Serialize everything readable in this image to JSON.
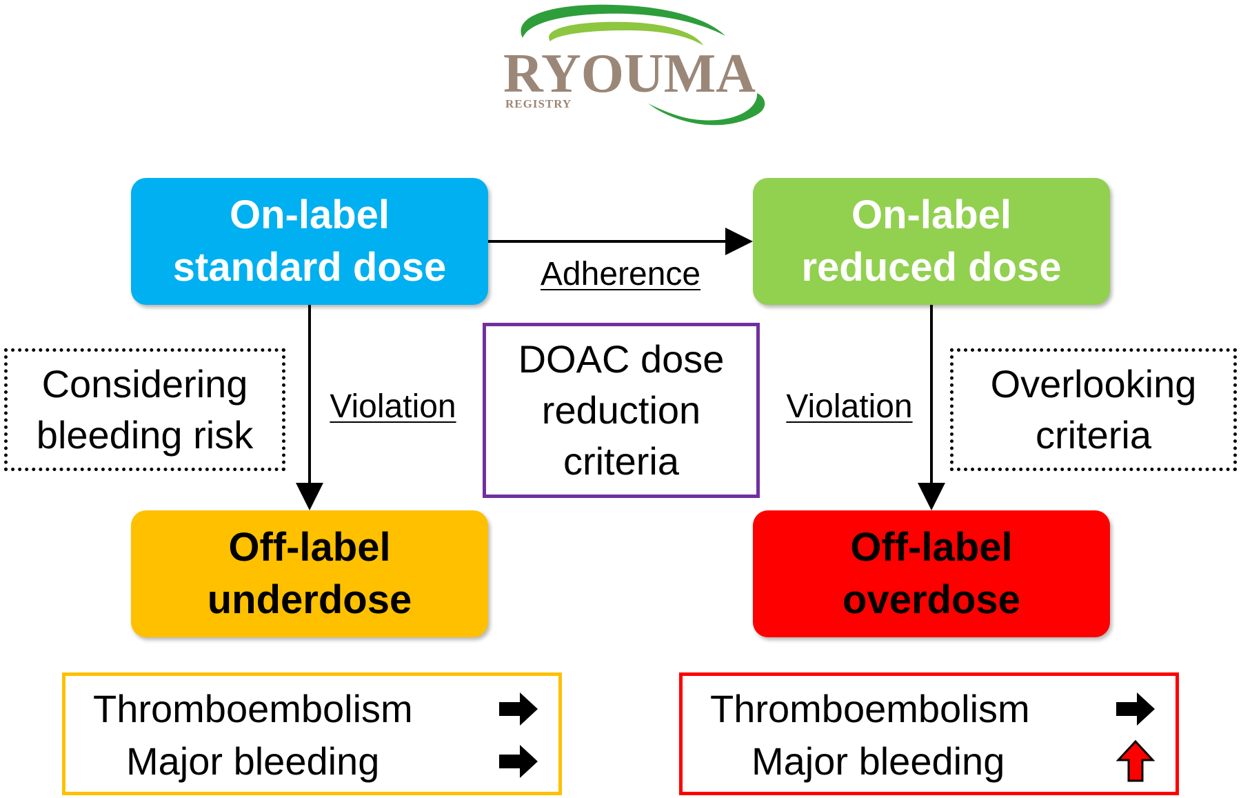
{
  "logo": {
    "name": "RYOUMA",
    "subtitle": "REGISTRY"
  },
  "boxes": {
    "standard": {
      "line1": "On-label",
      "line2": "standard dose",
      "color": "#00b0f0"
    },
    "reduced": {
      "line1": "On-label",
      "line2": "reduced dose",
      "color": "#92d050"
    },
    "underdose": {
      "line1": "Off-label",
      "line2": "underdose",
      "color": "#ffc000"
    },
    "overdose": {
      "line1": "Off-label",
      "line2": "overdose",
      "color": "#ff0000"
    }
  },
  "arrows": {
    "adherence": "Adherence",
    "violation_left": "Violation",
    "violation_right": "Violation"
  },
  "notes": {
    "left": {
      "line1": "Considering",
      "line2": "bleeding risk"
    },
    "right": {
      "line1": "Overlooking",
      "line2": "criteria"
    }
  },
  "criteria": {
    "line1": "DOAC dose",
    "line2": "reduction",
    "line3": "criteria",
    "border_color": "#7030a0"
  },
  "outcomes": {
    "left": {
      "thromboembolism": {
        "label": "Thromboembolism",
        "icon": "right-arrow-icon"
      },
      "bleeding": {
        "label": "Major bleeding",
        "icon": "right-arrow-icon"
      }
    },
    "right": {
      "thromboembolism": {
        "label": "Thromboembolism",
        "icon": "right-arrow-icon"
      },
      "bleeding": {
        "label": "Major bleeding",
        "icon": "up-arrow-icon"
      }
    }
  }
}
